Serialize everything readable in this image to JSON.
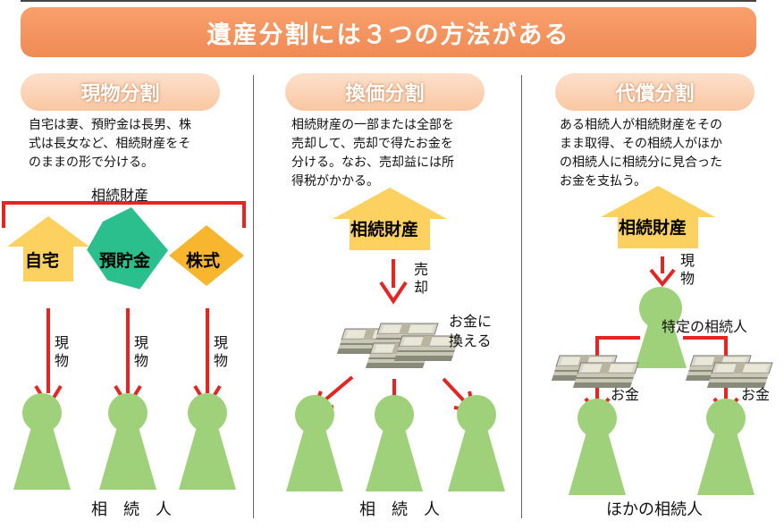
{
  "title": "遺産分割には３つの方法がある",
  "sections": [
    {
      "heading": "現物分割",
      "description_lines": [
        "自宅は妻、預貯金は長男、株",
        "式は長女など、相続財産をそ",
        "のままの形で分ける。"
      ],
      "group_label": "相続財産",
      "assets": [
        "自宅",
        "預貯金",
        "株式"
      ],
      "arrow_label": "現物",
      "bottom_label": "相　続　人"
    },
    {
      "heading": "換価分割",
      "description_lines": [
        "相続財産の一部または全部を",
        "売却して、売却で得たお金を",
        "分ける。なお、売却益には所",
        "得税がかかる。"
      ],
      "asset": "相続財産",
      "arrow_label": "売却",
      "money_label_lines": [
        "お金に",
        "換える"
      ],
      "bottom_label": "相　続　人"
    },
    {
      "heading": "代償分割",
      "description_lines": [
        "ある相続人が相続財産をその",
        "まま取得、その相続人がほか",
        "の相続人に相続分に見合った",
        "お金を支払う。"
      ],
      "asset": "相続財産",
      "arrow_label": "現物",
      "heir_label": "特定の相続人",
      "money_label": "お金",
      "bottom_label": "ほかの相続人"
    }
  ],
  "colors": {
    "banner": "#f39160",
    "pill": "#fbd3b6",
    "asset_yellow": "#fcd15f",
    "asset_green": "#2bbf8d",
    "asset_orange": "#f7b62e",
    "arrow_red": "#e52521",
    "person_green": "#9fd17a"
  }
}
